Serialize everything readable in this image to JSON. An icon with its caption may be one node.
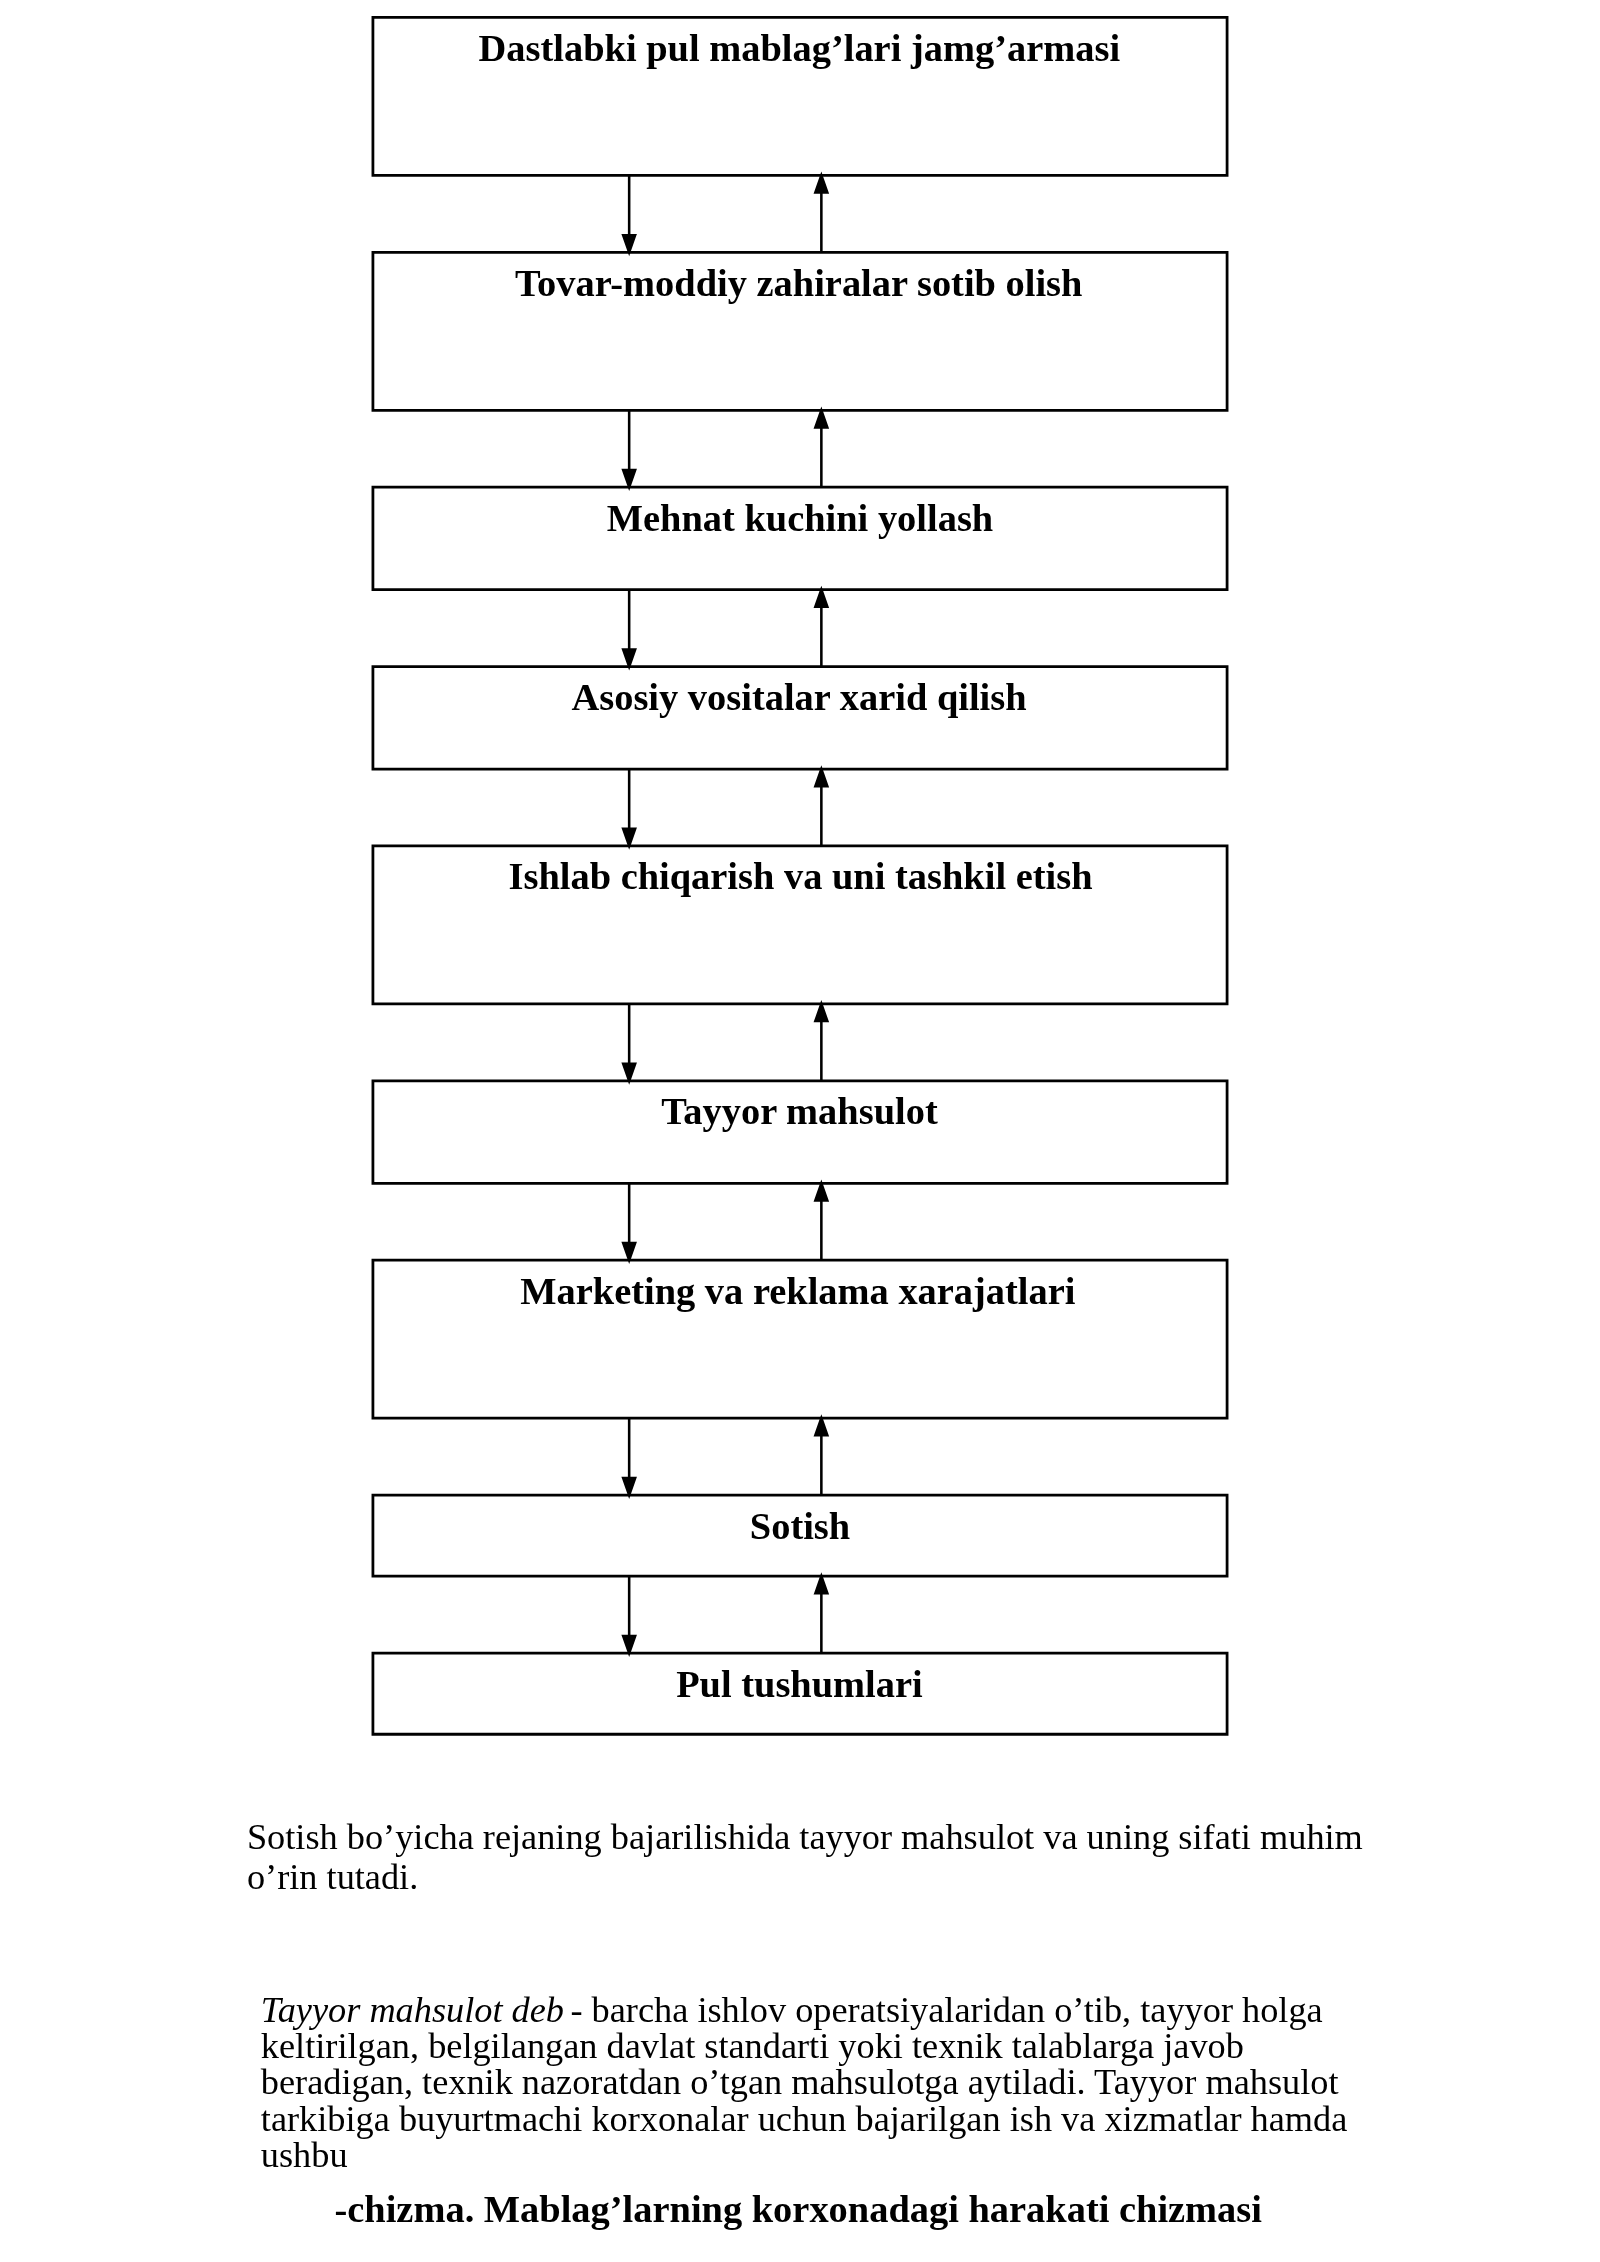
{
  "diagram": {
    "caption": "-chizma. Mablag’larning korxonadagi harakati chizmasi",
    "nodes": [
      {
        "text": [
          "Dastlabki pul mablag’lari jamg’armasi"
        ]
      },
      {
        "text": [
          "Tovar-moddiy zahiralar sotib olish"
        ]
      },
      {
        "text": [
          "Mehnat kuchini yollash"
        ]
      },
      {
        "text": [
          "Asosiy vositalar xarid qilish"
        ]
      },
      {
        "text": [
          "Ishlab chiqarish va uni tashkil etish"
        ]
      },
      {
        "text": [
          "Tayyor mahsulot"
        ]
      },
      {
        "text": [
          "Marketing va reklama xarajatlari"
        ]
      },
      {
        "text": [
          "Sotish"
        ]
      },
      {
        "text": [
          "Pul tushumlari"
        ]
      }
    ],
    "edges": [
      {
        "from": 0,
        "to": 1,
        "arrow": "to"
      },
      {
        "from": 1,
        "to": 0,
        "arrow": "to"
      },
      {
        "from": 1,
        "to": 2,
        "arrow": "to"
      },
      {
        "from": 2,
        "to": 1,
        "arrow": "to"
      },
      {
        "from": 2,
        "to": 3,
        "arrow": "to"
      },
      {
        "from": 3,
        "to": 2,
        "arrow": "to"
      },
      {
        "from": 3,
        "to": 4,
        "arrow": "to"
      },
      {
        "from": 4,
        "to": 3,
        "arrow": "to"
      },
      {
        "from": 4,
        "to": 5,
        "arrow": "to"
      },
      {
        "from": 5,
        "to": 4,
        "arrow": "to"
      },
      {
        "from": 5,
        "to": 6,
        "arrow": "to"
      },
      {
        "from": 6,
        "to": 5,
        "arrow": "to"
      },
      {
        "from": 6,
        "to": 7,
        "arrow": "to"
      },
      {
        "from": 7,
        "to": 6,
        "arrow": "to"
      },
      {
        "from": 7,
        "to": 8,
        "arrow": "to"
      },
      {
        "from": 8,
        "to": 7,
        "arrow": "to"
      }
    ],
    "labels": [
      "Sotish bo’yicha rejaning bajarilishida tayyor mahsulot va uning sifati muhim o’rin tutadi.",
      "*Tayyor mahsulot deb* - barcha ishlov operatsiyalaridan o’tib, tayyor holga keltirilgan, belgilangan davlat standarti yoki texnik talablarga javob beradigan, texnik nazoratdan o’tgan mahsulotga aytiladi. Tayyor mahsulot tarkibiga buyurtmachi korxonalar uchun bajarilgan ish va xizmatlar hamda ushbu"
    ]
  }
}
